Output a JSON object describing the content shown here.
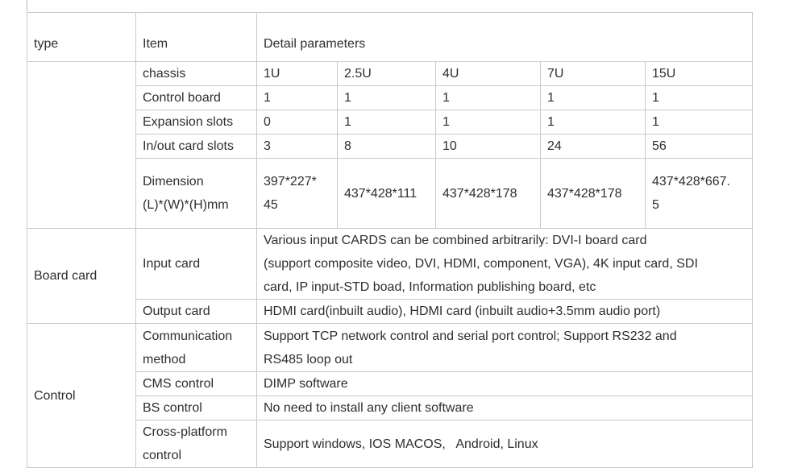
{
  "colors": {
    "border": "#c9c9c9",
    "text": "#2e2e2e",
    "background": "#ffffff"
  },
  "table": {
    "header": {
      "type_label": "type",
      "item_label": "Item",
      "detail_label": "Detail parameters"
    },
    "chassis_specs": {
      "group_label": "",
      "rows": [
        {
          "label": "chassis",
          "values": [
            "1U",
            "2.5U",
            "4U",
            "7U",
            "15U"
          ]
        },
        {
          "label": "Control board",
          "values": [
            "1",
            "1",
            "1",
            "1",
            "1"
          ]
        },
        {
          "label": "Expansion slots",
          "values": [
            "0",
            "1",
            "1",
            "1",
            "1"
          ]
        },
        {
          "label": "In/out card slots",
          "values": [
            "3",
            "8",
            "10",
            "24",
            "56"
          ]
        },
        {
          "label": "Dimension\n(L)*(W)*(H)mm",
          "values": [
            "397*227*\n45",
            "437*428*111",
            "437*428*178",
            "437*428*178",
            "437*428*667.\n5"
          ]
        }
      ]
    },
    "board_card": {
      "group_label": "Board card",
      "input_card": {
        "label": "Input card",
        "text": "Various input CARDS can be combined arbitrarily: DVI-I board card\n(support composite video, DVI, HDMI, component, VGA), 4K input card, SDI\ncard, IP input-STD boad, Information publishing board, etc"
      },
      "output_card": {
        "label": "Output card",
        "text": "HDMI card(inbuilt audio), HDMI card (inbuilt audio+3.5mm audio port)"
      }
    },
    "control": {
      "group_label": "Control",
      "communication": {
        "label": "Communication\nmethod",
        "text": "Support TCP network control and serial port control; Support RS232 and\nRS485 loop out"
      },
      "cms": {
        "label": "CMS control",
        "text": "DIMP software"
      },
      "bs": {
        "label": "BS control",
        "text": "No need to install any client software"
      },
      "cross_platform": {
        "label": "Cross-platform\ncontrol",
        "text": "Support windows, IOS MACOS,   Android, Linux"
      }
    }
  }
}
